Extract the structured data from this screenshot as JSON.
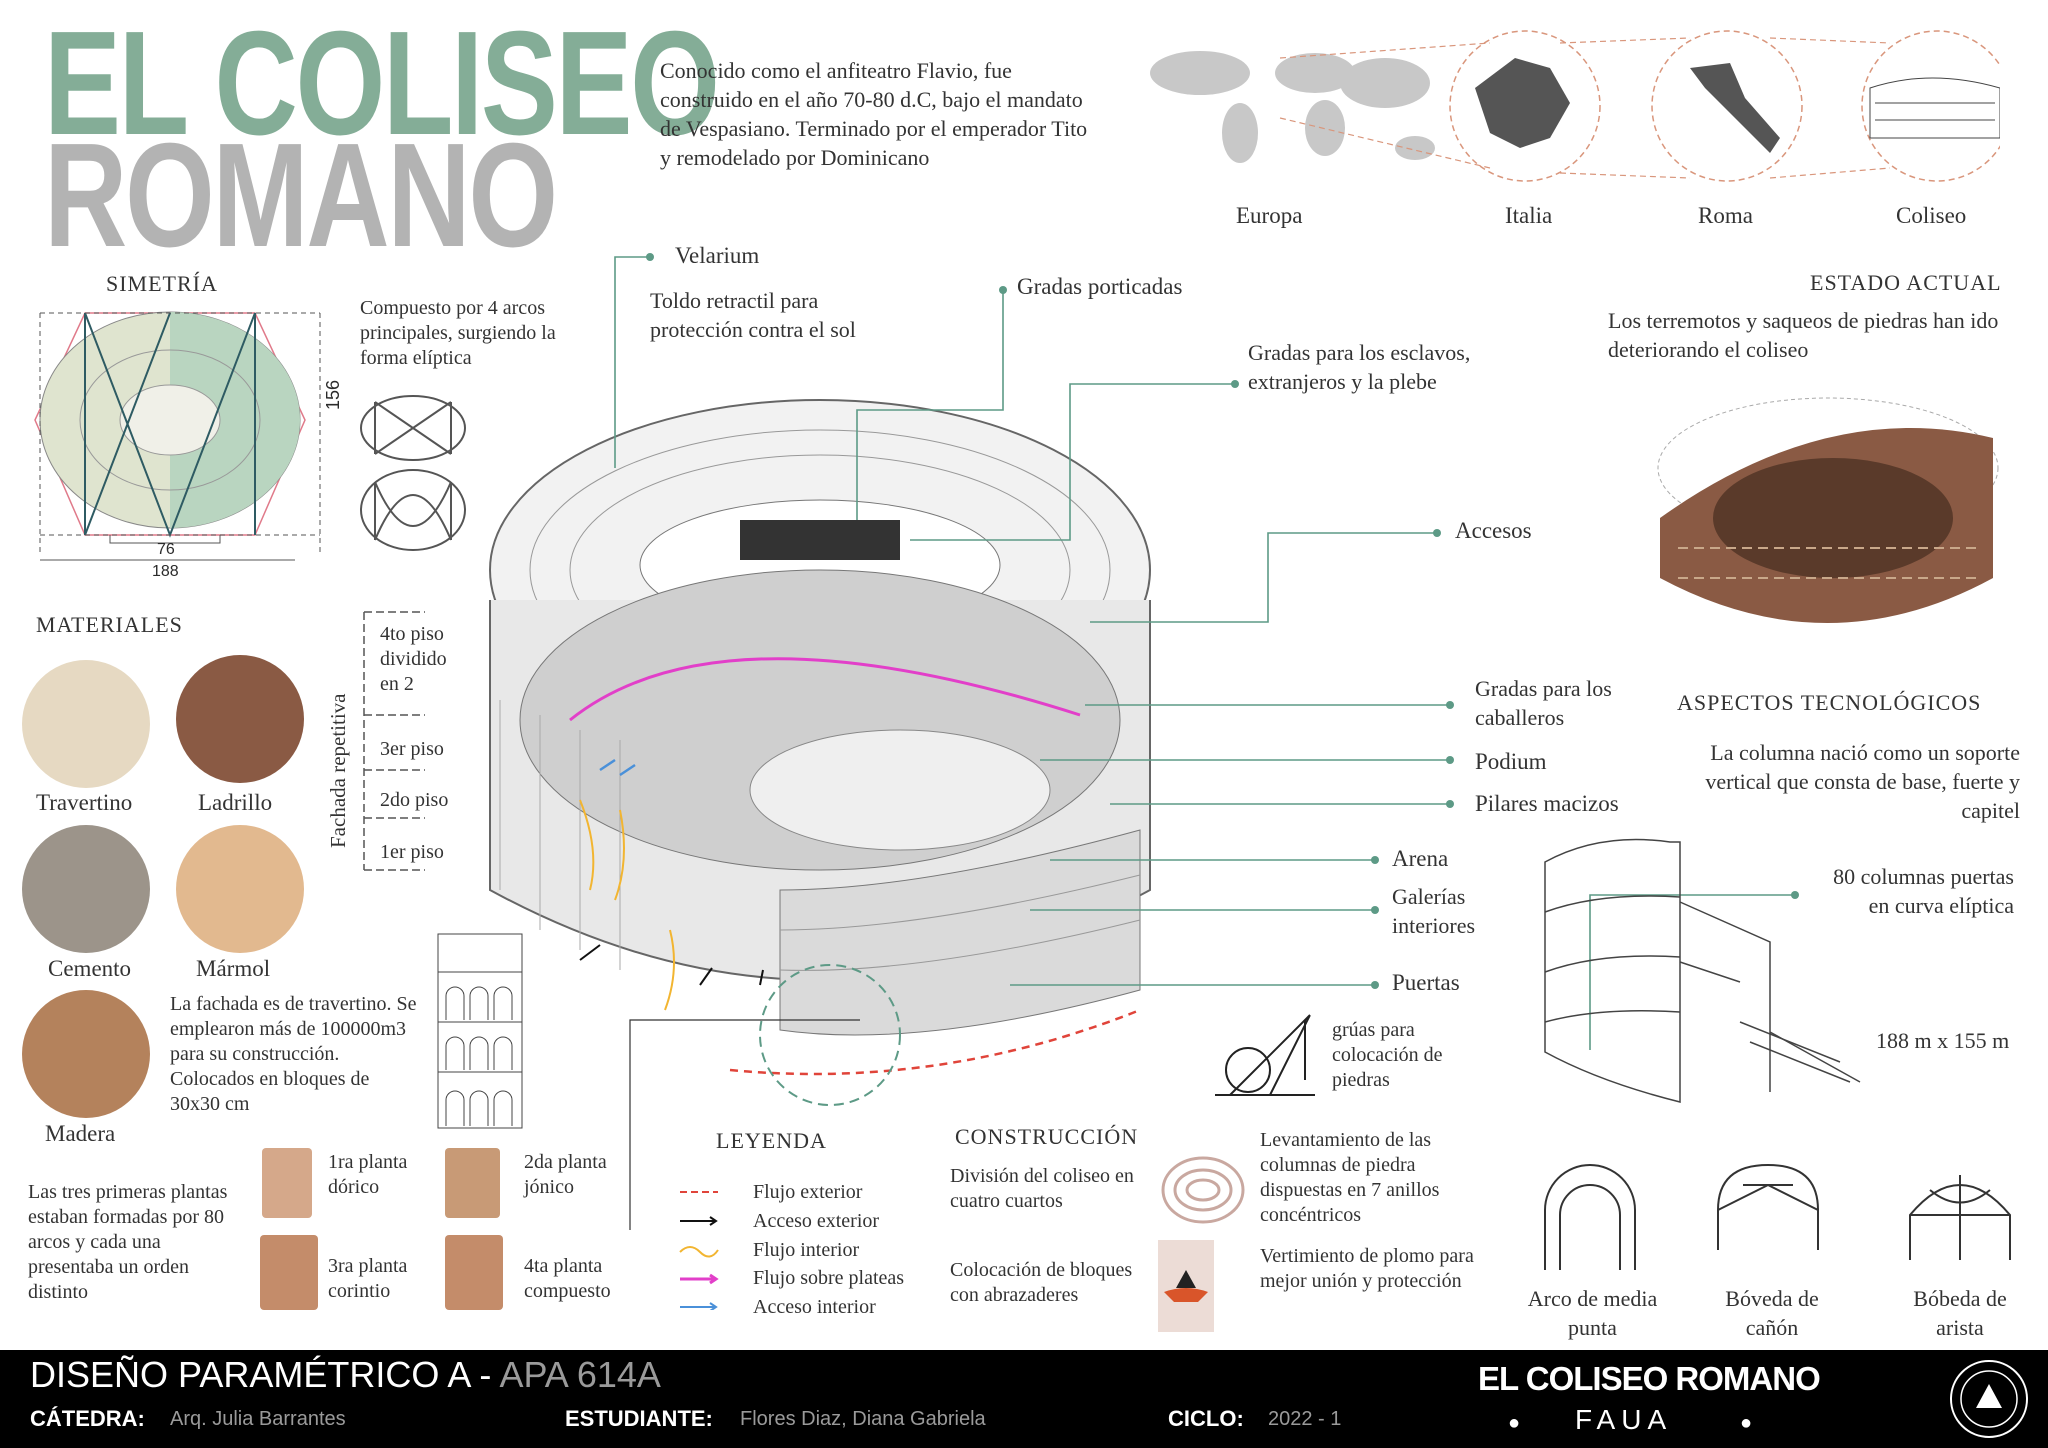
{
  "title": {
    "line1": "EL COLISEO",
    "line2": "ROMANO"
  },
  "intro": "Conocido como el anfiteatro Flavio, fue construido en el año 70-80 d.C, bajo el mandato de Vespasiano. Terminado por el emperador Tito y remodelado por Dominicano",
  "location": {
    "items": [
      "Europa",
      "Italia",
      "Roma",
      "Coliseo"
    ]
  },
  "symmetry": {
    "heading": "SIMETRÍA",
    "dim_height": "156",
    "dim_inner": "76",
    "dim_width": "188",
    "text": "Compuesto por 4 arcos principales, surgiendo la forma elíptica"
  },
  "materials": {
    "heading": "MATERIALES",
    "items": [
      {
        "name": "Travertino",
        "color": "#e6d9c2"
      },
      {
        "name": "Ladrillo",
        "color": "#8a5a44"
      },
      {
        "name": "Cemento",
        "color": "#9c948a"
      },
      {
        "name": "Mármol",
        "color": "#e2b98f"
      },
      {
        "name": "Madera",
        "color": "#b4825c"
      }
    ],
    "facade_text": "La fachada es de travertino. Se emplearon más de 100000m3 para su construcción. Colocados en bloques de 30x30 cm"
  },
  "facade": {
    "label": "Fachada repetitiva",
    "floors": [
      "4to piso dividido en 2",
      "3er piso",
      "2do piso",
      "1er piso"
    ]
  },
  "orders": {
    "intro": "Las tres primeras plantas estaban formadas por 80 arcos y cada una presentaba un orden distinto",
    "items": [
      "1ra planta dórico",
      "2da planta jónico",
      "3ra planta corintio",
      "4ta planta compuesto"
    ]
  },
  "callouts": {
    "velarium": "Velarium",
    "velarium_desc": "Toldo retractil para protección contra el sol",
    "gradas_porticadas": "Gradas porticadas",
    "gradas_esclavos": "Gradas para los esclavos, extranjeros y la plebe",
    "accesos": "Accesos",
    "gradas_caballeros": "Gradas para los caballeros",
    "podium": "Podium",
    "pilares": "Pilares macizos",
    "arena": "Arena",
    "galerias": "Galerías interiores",
    "puertas": "Puertas",
    "gruas": "grúas para colocación de piedras"
  },
  "estado": {
    "heading": "ESTADO ACTUAL",
    "text": "Los terremotos y saqueos de piedras han ido deteriorando el coliseo"
  },
  "tecnologicos": {
    "heading": "ASPECTOS TECNOLÓGICOS",
    "text": "La columna nació como un soporte vertical que consta de base, fuerte y capitel",
    "columnas": "80 columnas puertas en curva elíptica",
    "dimensiones": "188 m x 155 m"
  },
  "vaults": [
    "Arco de media punta",
    "Bóveda de cañón",
    "Bóbeda de arista"
  ],
  "legend": {
    "heading": "LEYENDA",
    "items": [
      {
        "label": "Flujo exterior",
        "color": "#e0443a"
      },
      {
        "label": "Acceso exterior",
        "color": "#111111"
      },
      {
        "label": "Flujo interior",
        "color": "#f2b531"
      },
      {
        "label": "Flujo sobre plateas",
        "color": "#e23fc9"
      },
      {
        "label": "Acceso interior",
        "color": "#4a90d9"
      }
    ]
  },
  "construccion": {
    "heading": "CONSTRUCCIÓN",
    "items": [
      "División del coliseo en cuatro cuartos",
      "Levantamiento de las columnas de piedra dispuestas en 7 anillos concéntricos",
      "Colocación de bloques con abrazaderes",
      "Vertimiento de plomo para mejor unión y protección"
    ]
  },
  "footer": {
    "course": "DISEÑO PARAMÉTRICO A - ",
    "code": "APA 614A",
    "catedra_label": "CÁTEDRA:",
    "catedra_value": "Arq. Julia Barrantes",
    "estudiante_label": "ESTUDIANTE:",
    "estudiante_value": "Flores Diaz, Diana Gabriela",
    "ciclo_label": "CICLO:",
    "ciclo_value": "2022 - 1",
    "title": "EL COLISEO ROMANO",
    "logo": "FAUA"
  }
}
